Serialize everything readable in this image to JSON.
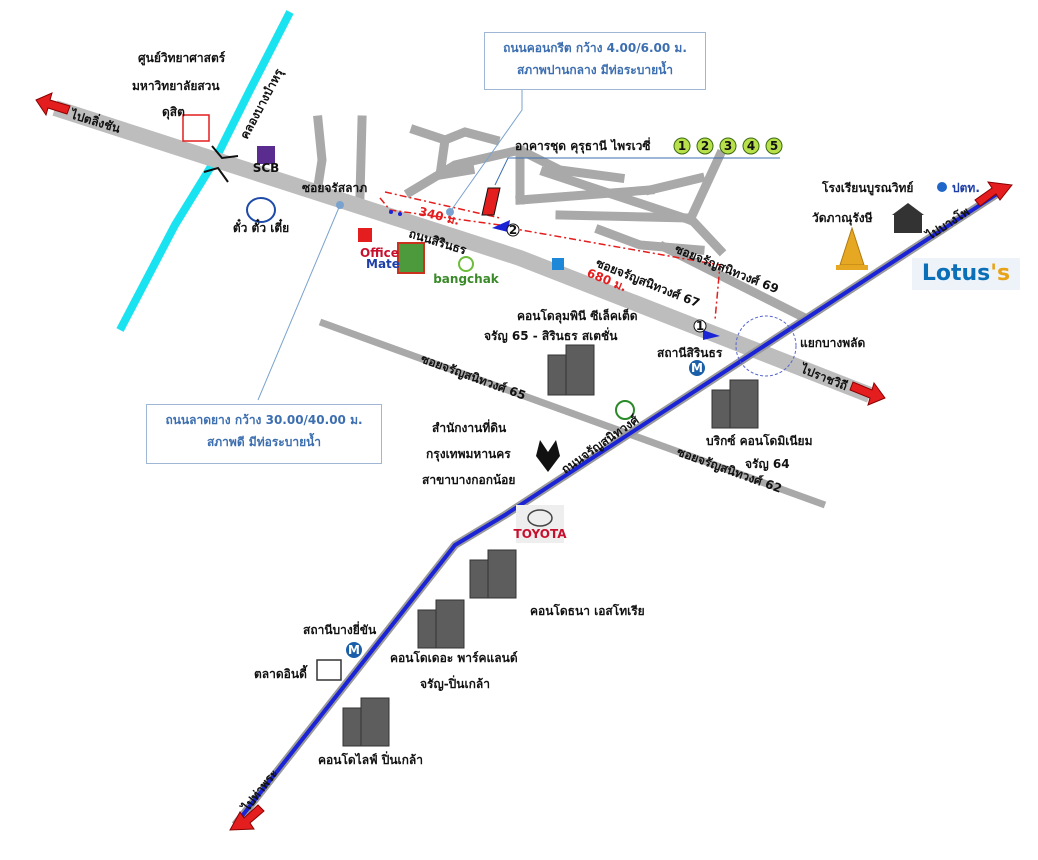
{
  "info_boxes": {
    "concrete_road_line1": "ถนนคอนกรีต กว้าง 4.00/6.00 ม.",
    "concrete_road_line2": "สภาพปานกลาง มีท่อระบายน้ำ",
    "asphalt_road_line1": "ถนนลาดยาง กว้าง 30.00/40.00 ม.",
    "asphalt_road_line2": "สภาพดี มีท่อระบายน้ำ"
  },
  "directions": {
    "to_taling_chan": "ไปตลิ่งชัน",
    "to_bang_pho": "ไปบางโพ",
    "to_ratchawithi": "ไปราชวิถี",
    "to_tha_phra": "ไปท่าพระ"
  },
  "roads": {
    "khlong": "คลองบางบำหรุ",
    "soi_jarat": "ซอยจรัสลาภ",
    "sirindhorn_road": "ถนนสิรินธร",
    "soi_67": "ซอยจรัญสนิทวงศ์ 67",
    "soi_69": "ซอยจรัญสนิทวงศ์ 69",
    "soi_65": "ซอยจรัญสนิทวงศ์ 65",
    "soi_62": "ซอยจรัญสนิทวงศ์ 62",
    "charan_road": "ถนนจรัญสนิทวงศ์"
  },
  "distances": {
    "d340": "340 ม.",
    "d680": "680 ม."
  },
  "places": {
    "science_center_1": "ศูนย์วิทยาศาสตร์",
    "science_center_2": "มหาวิทยาลัยสวน",
    "science_center_3": "ดุสิต",
    "subject_property": "อาคารชุด คุรุธานี ไพรเวซี่",
    "subject_markers": [
      "1",
      "2",
      "3",
      "4",
      "5"
    ],
    "school": "โรงเรียนบูรณวิทย์",
    "ptt_text": "ปตท.",
    "temple": "วัดภาณุรังษี",
    "lotus_main": "Lotus",
    "lotus_suffix": "'s",
    "junction": "แยกบางพลัด",
    "station_sirindhorn": "สถานีสิรินธร",
    "condo_lumpini_1": "คอนโดลุมพินี ซีเล็คเต็ด",
    "condo_lumpini_2": "จรัญ 65 - สิรินธร สเตชั่น",
    "condo_brix_1": "บริกซ์ คอนโดมิเนียม",
    "condo_brix_2": "จรัญ 64",
    "land_office_1": "สำนักงานที่ดิน",
    "land_office_2": "กรุงเทพมหานคร",
    "land_office_3": "สาขาบางกอกน้อย",
    "toyota": "TOYOTA",
    "condo_thana": "คอนโดธนา เอสโทเรีย",
    "station_bang_yi_khan": "สถานีบางยี่ขัน",
    "condo_parkland_1": "คอนโดเดอะ พาร์คแลนด์",
    "condo_parkland_2": "จรัญ-ปิ่นเกล้า",
    "market": "ตลาดอินดี้",
    "condo_life": "คอนโดไลฟ์ ปิ่นเกล้า",
    "scb": "SCB",
    "tee_tua_tia": "ตั๋ว ตั๋ว เตี๋ย",
    "office_mate_1": "Office",
    "office_mate_2": "Mate",
    "bangchak": "bangchak",
    "metro_letter": "M",
    "marker_1": "1",
    "marker_2": "2"
  },
  "colors": {
    "main_road": "#bdbdbd",
    "soi": "#a9a9a9",
    "khlong": "#19e3f0",
    "mrt_line": "#1a23d6",
    "arrow_red": "#e41e1e",
    "info_text": "#3d6fb0",
    "info_border": "#9fb7d4",
    "route_dash": "#e41e1e"
  }
}
